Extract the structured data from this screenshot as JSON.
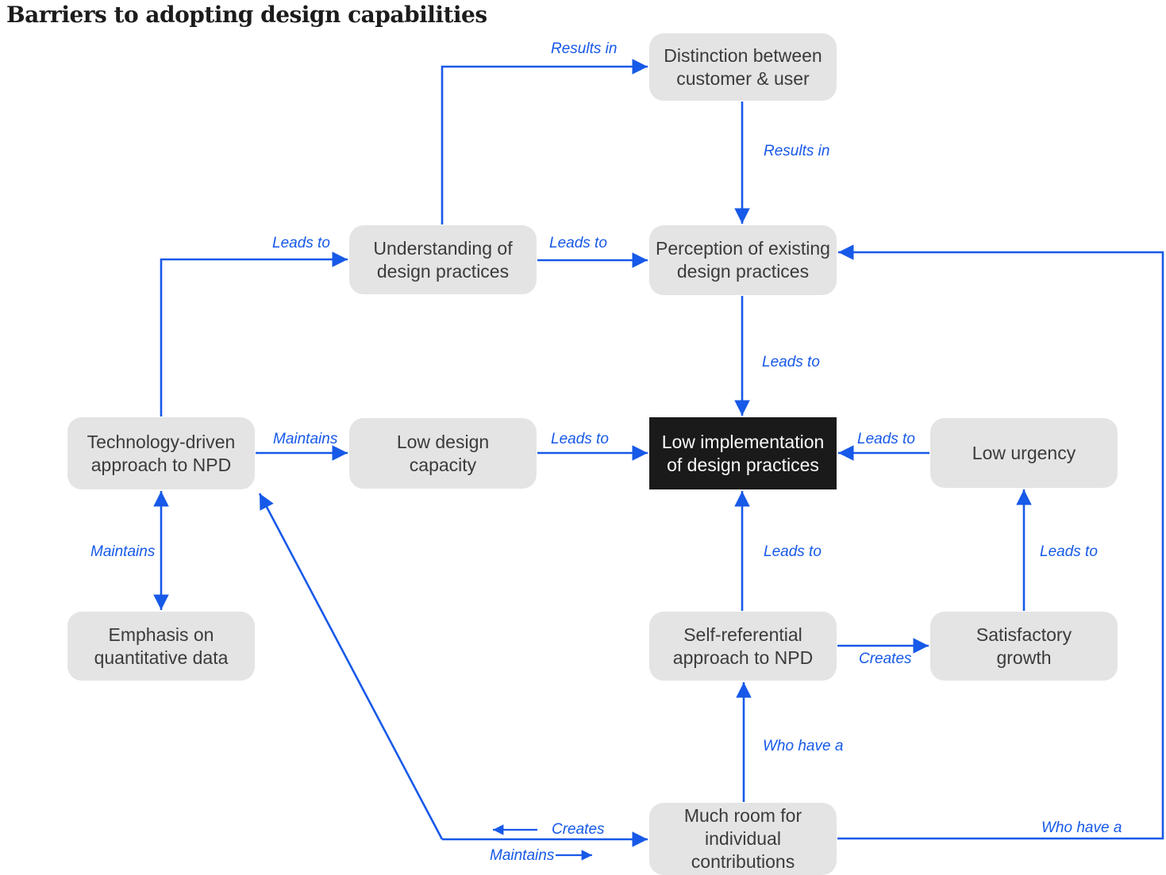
{
  "title": "Barriers to adopting design capabilities",
  "colors": {
    "accent_blue": "#1759e8",
    "node_fill": "#e5e4e4",
    "node_text": "#3b3b3b",
    "highlight_fill": "#1a1a1a",
    "highlight_text": "#fafafa",
    "background": "#ffffff"
  },
  "nodes": [
    {
      "id": "distinction",
      "label": "Distinction between\ncustomer & user",
      "emphasis": false
    },
    {
      "id": "understanding",
      "label": "Understanding of\ndesign practices",
      "emphasis": false
    },
    {
      "id": "perception",
      "label": "Perception of existing\ndesign practices",
      "emphasis": false
    },
    {
      "id": "technology",
      "label": "Technology-driven\napproach to NPD",
      "emphasis": false
    },
    {
      "id": "low_design",
      "label": "Low design\ncapacity",
      "emphasis": false
    },
    {
      "id": "low_implementation",
      "label": "Low implementation\nof design practices",
      "emphasis": true
    },
    {
      "id": "low_urgency",
      "label": "Low urgency",
      "emphasis": false
    },
    {
      "id": "emphasis_data",
      "label": "Emphasis on\nquantitative data",
      "emphasis": false
    },
    {
      "id": "self_referential",
      "label": "Self-referential\napproach to NPD",
      "emphasis": false
    },
    {
      "id": "satisfactory",
      "label": "Satisfactory\ngrowth",
      "emphasis": false
    },
    {
      "id": "much_room",
      "label": "Much room for\nindividual\ncontributions",
      "emphasis": false
    }
  ],
  "edges": [
    {
      "from": "understanding",
      "to": "distinction",
      "label": "Results in",
      "bidirectional": false
    },
    {
      "from": "distinction",
      "to": "perception",
      "label": "Results in",
      "bidirectional": false
    },
    {
      "from": "technology",
      "to": "understanding",
      "label": "Leads to",
      "bidirectional": false
    },
    {
      "from": "understanding",
      "to": "perception",
      "label": "Leads to",
      "bidirectional": false
    },
    {
      "from": "perception",
      "to": "low_implementation",
      "label": "Leads to",
      "bidirectional": false
    },
    {
      "from": "technology",
      "to": "low_design",
      "label": "Maintains",
      "bidirectional": false
    },
    {
      "from": "low_design",
      "to": "low_implementation",
      "label": "Leads to",
      "bidirectional": false
    },
    {
      "from": "low_urgency",
      "to": "low_implementation",
      "label": "Leads to",
      "bidirectional": false
    },
    {
      "from": "technology",
      "to": "emphasis_data",
      "label": "Maintains",
      "bidirectional": true
    },
    {
      "from": "self_referential",
      "to": "low_implementation",
      "label": "Leads to",
      "bidirectional": false
    },
    {
      "from": "satisfactory",
      "to": "low_urgency",
      "label": "Leads to",
      "bidirectional": false
    },
    {
      "from": "self_referential",
      "to": "satisfactory",
      "label": "Creates",
      "bidirectional": false
    },
    {
      "from": "much_room",
      "to": "self_referential",
      "label": "Who have a",
      "bidirectional": false
    },
    {
      "from": "much_room",
      "to": "perception",
      "label": "Who have a",
      "bidirectional": false
    },
    {
      "from": "much_room",
      "to": "technology",
      "label": "Creates",
      "bidirectional": false
    },
    {
      "from": "technology",
      "to": "much_room",
      "label": "Maintains",
      "bidirectional": false
    }
  ]
}
